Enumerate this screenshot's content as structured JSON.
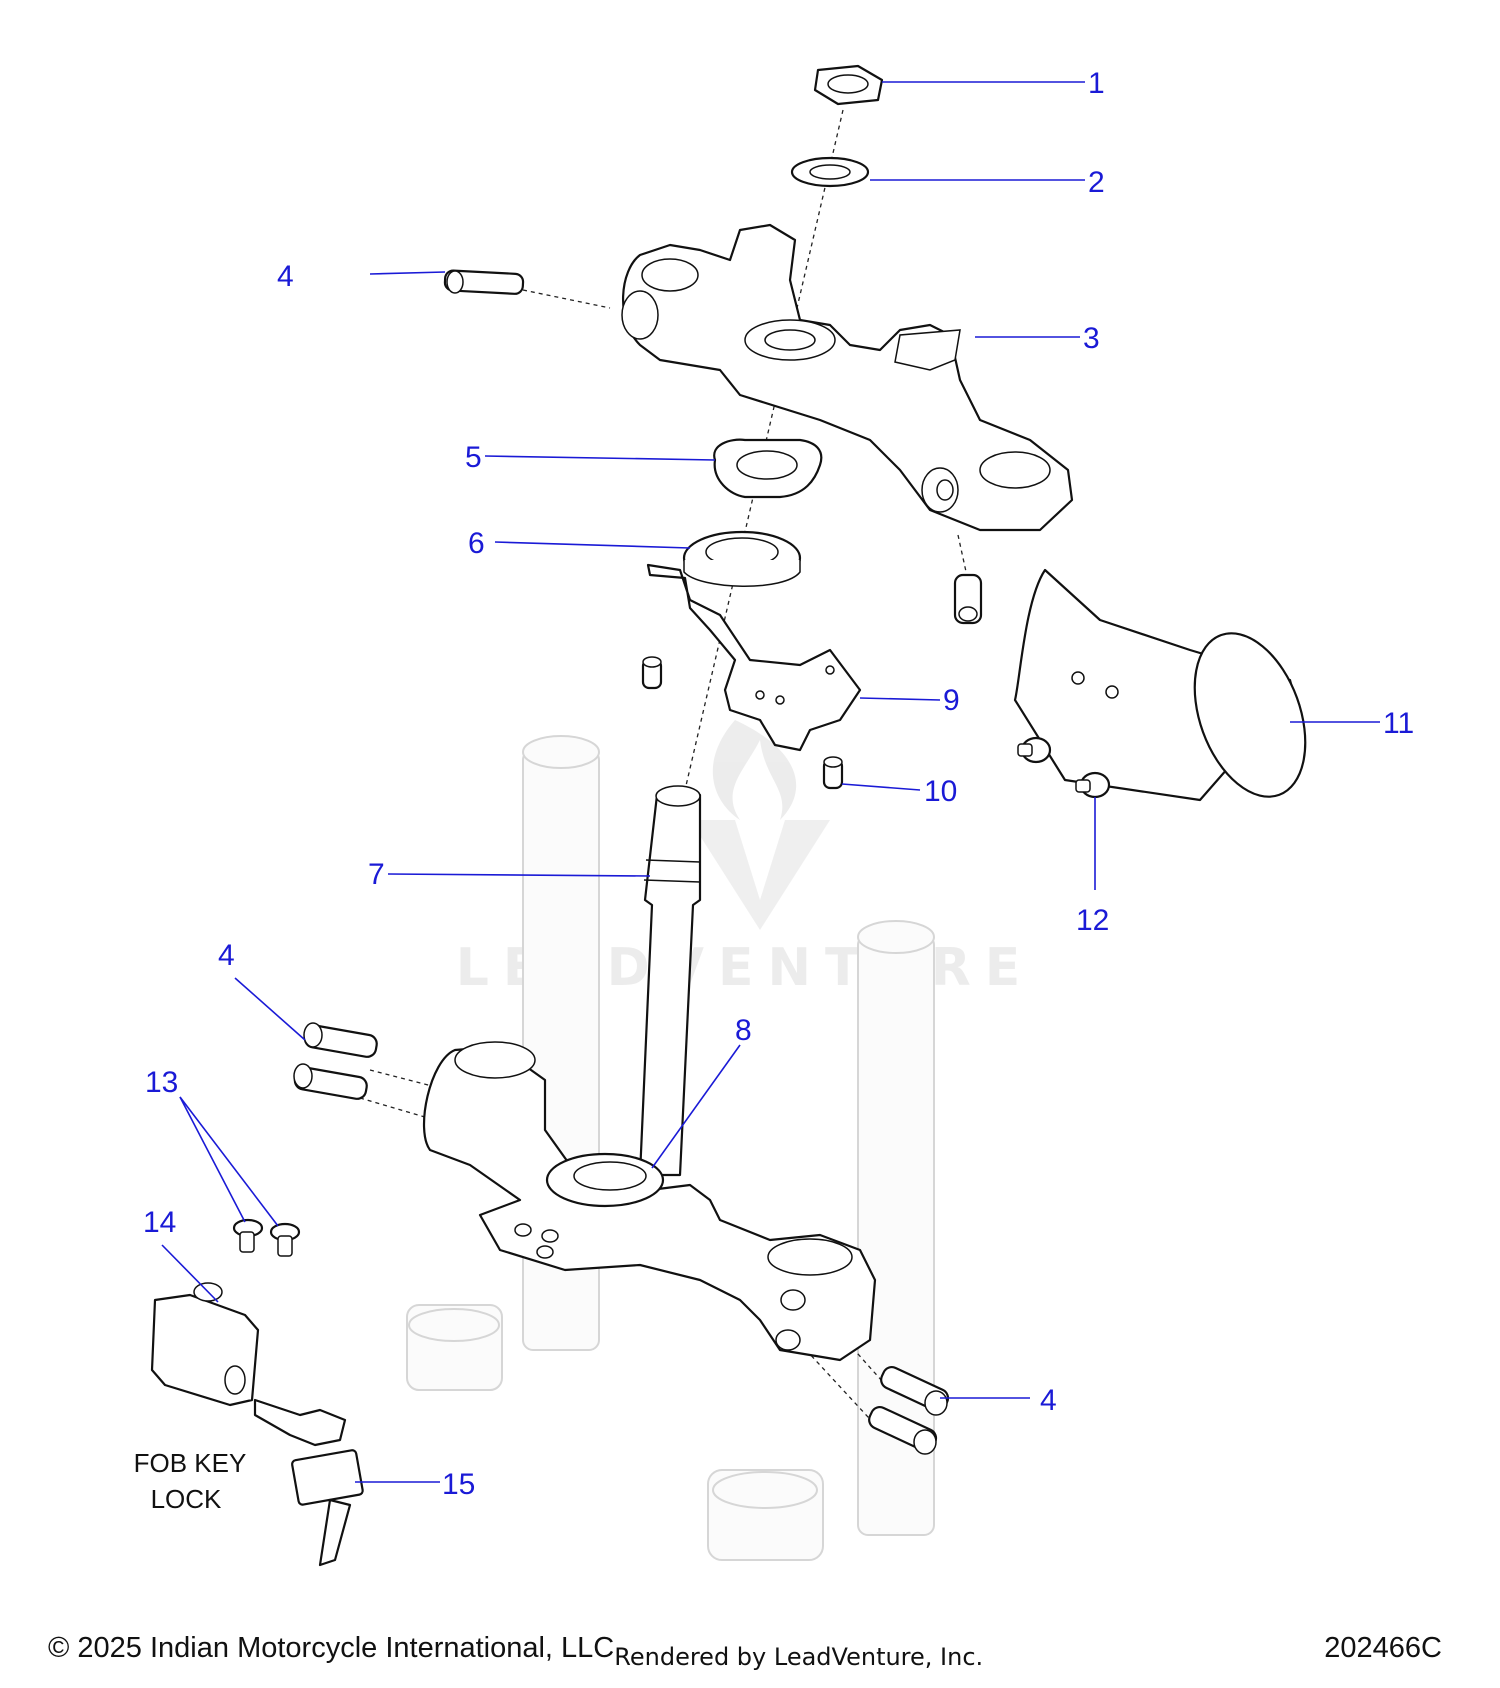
{
  "callouts": {
    "c1": "1",
    "c2": "2",
    "c3": "3",
    "c4a": "4",
    "c5": "5",
    "c6": "6",
    "c7": "7",
    "c8": "8",
    "c9": "9",
    "c10": "10",
    "c11": "11",
    "c12": "12",
    "c4b": "4",
    "c13": "13",
    "c14": "14",
    "c4c": "4",
    "c15": "15"
  },
  "note": {
    "line1": "FOB KEY",
    "line2": "LOCK"
  },
  "watermark": {
    "text": "LEADVENTURE"
  },
  "footer": {
    "copyright": "© 2025 Indian Motorcycle International, LLC",
    "rendered_by": "Rendered by LeadVenture, Inc.",
    "diagram_id": "202466C"
  },
  "colors": {
    "callout": "#1a1ad6",
    "line": "#111111",
    "ghost": "#d6d6d6"
  }
}
